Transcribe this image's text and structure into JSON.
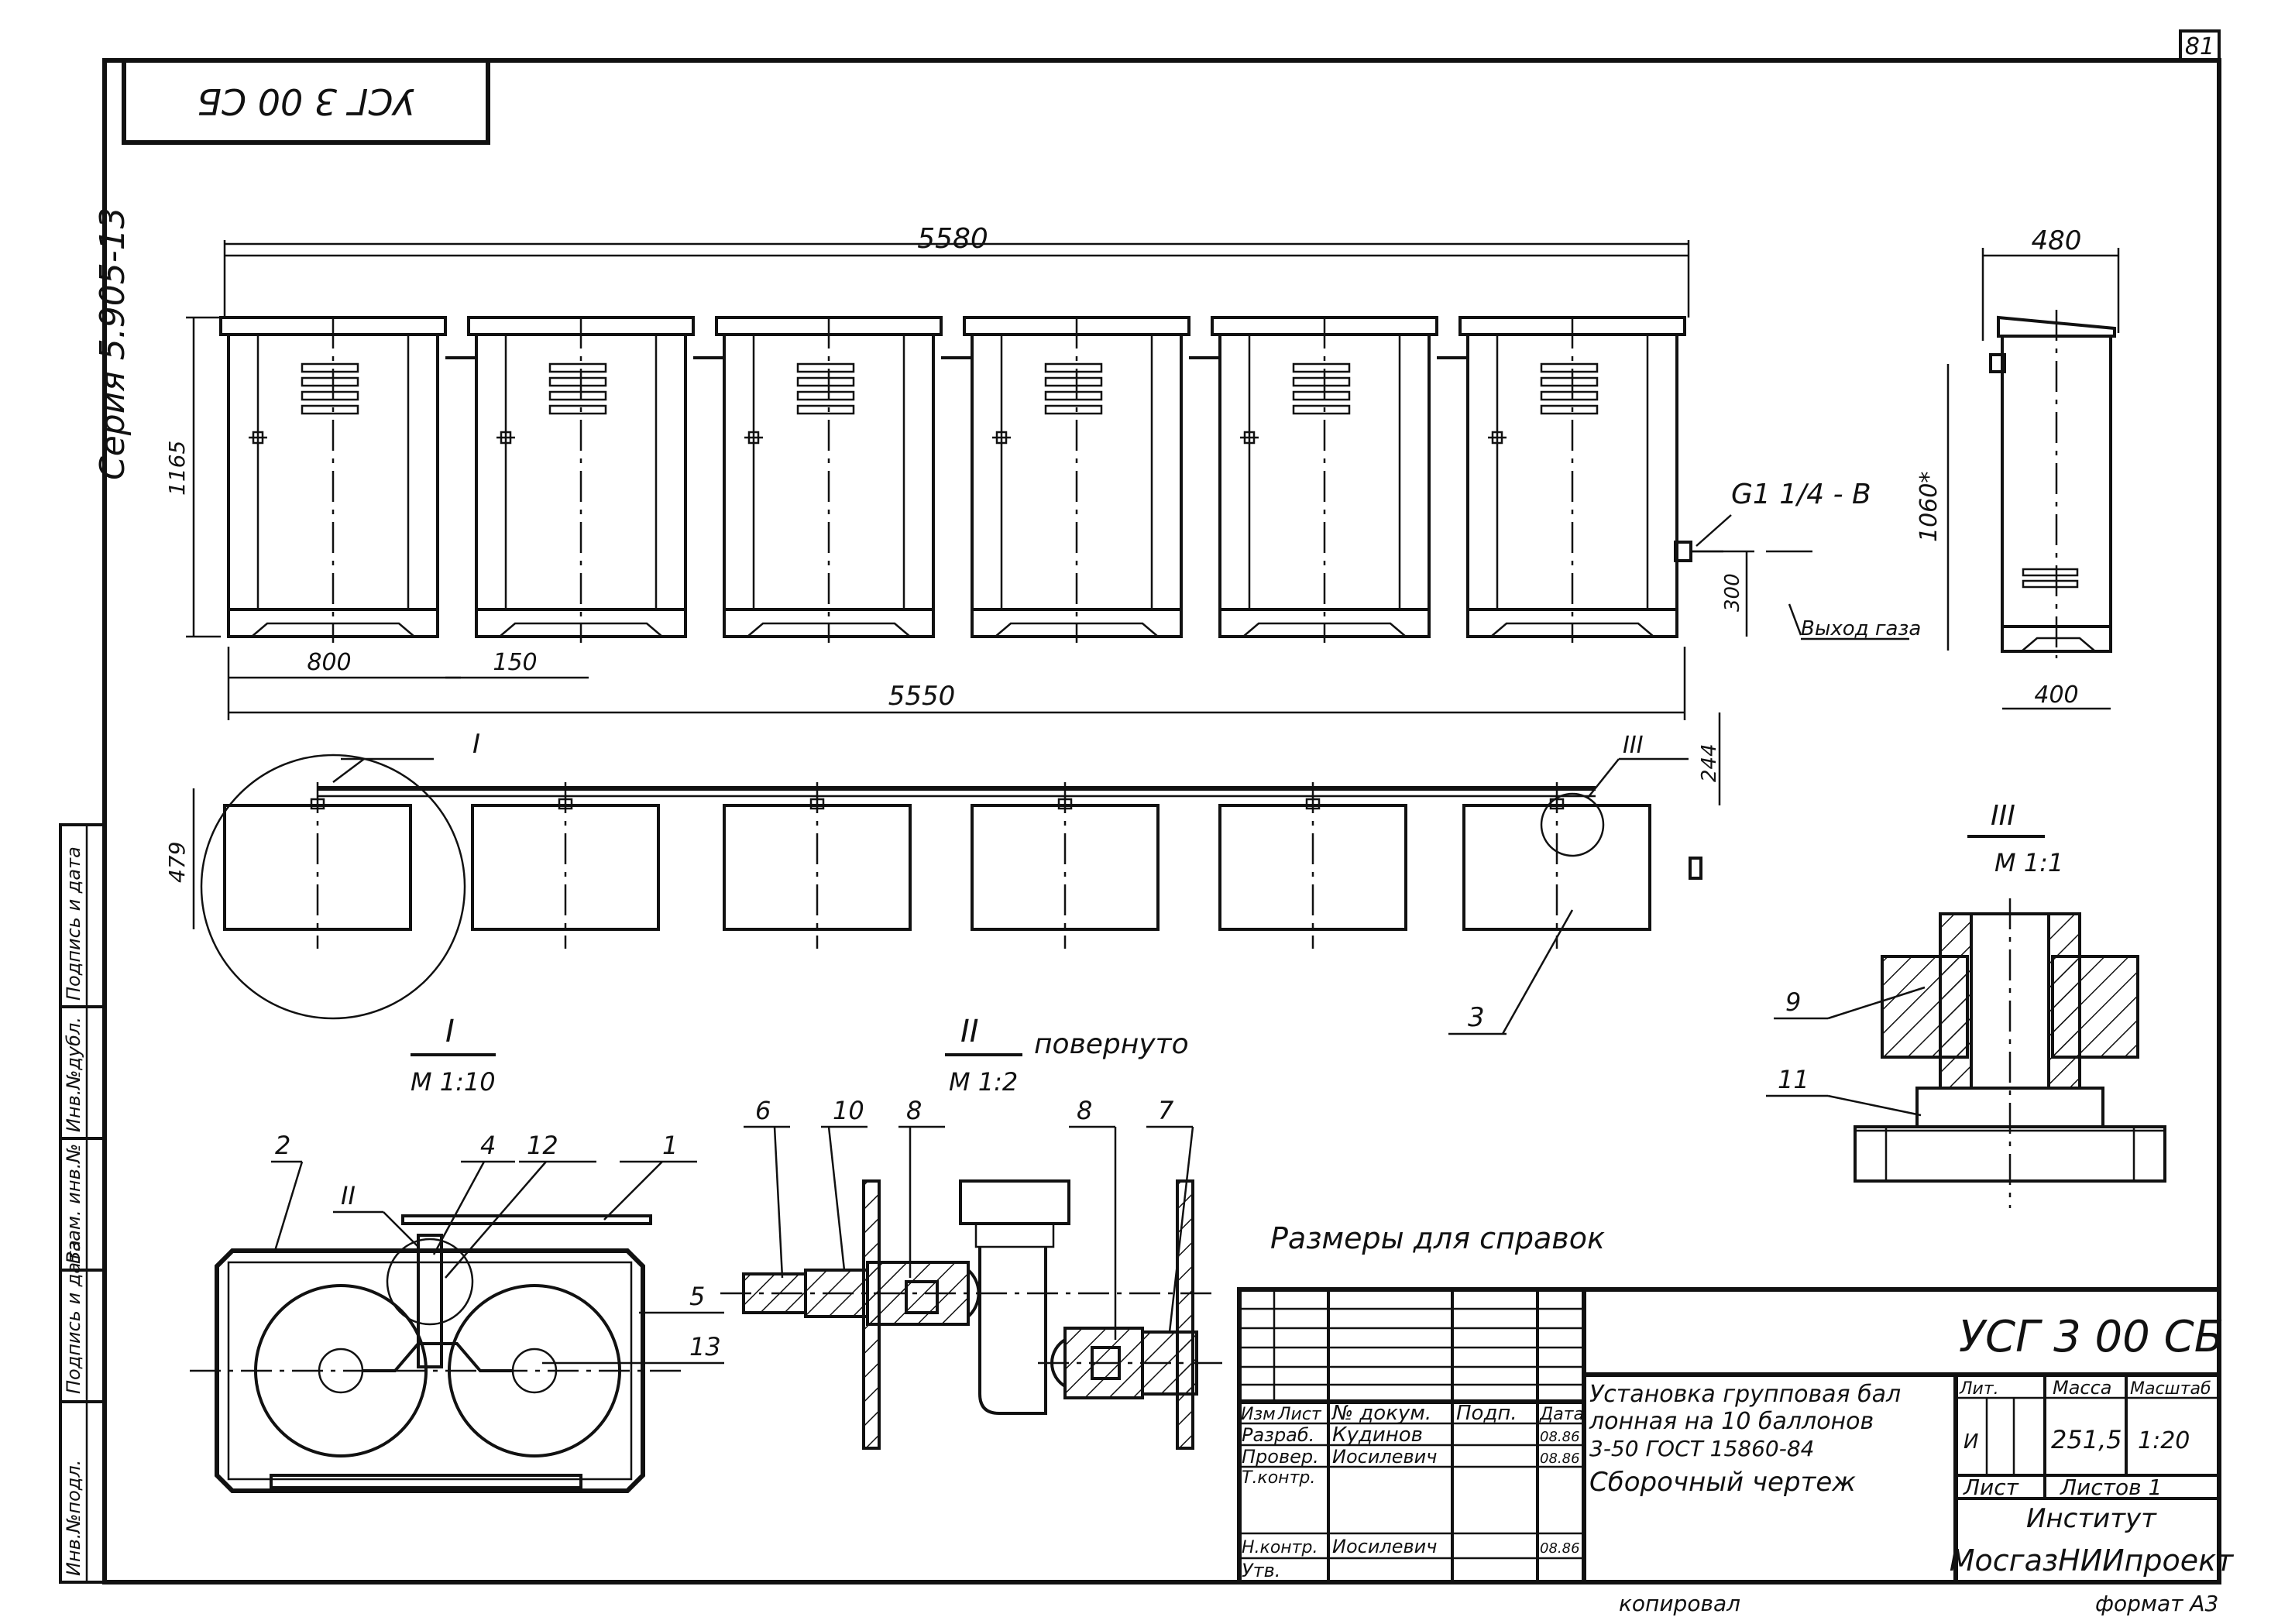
{
  "sheet": {
    "number": "81",
    "code_rotated": "УСГ 3 00 СБ",
    "series": "Серия 5.905-13",
    "copied_by_label": "копировал",
    "format": "формат А3"
  },
  "side_stamp": [
    "Инв.№подл.",
    "Подпись и дата",
    "Взам. инв.№",
    "Инв.№дубл.",
    "Подпись и дата"
  ],
  "dimensions": {
    "overall_length": "5580",
    "base_length": "5550",
    "height": "1165",
    "cabinet_width": "800",
    "gap": "150",
    "outlet_height": "300",
    "plan_depth": "479",
    "pipe_offset": "244",
    "side_depth": "480",
    "side_height": "1060*",
    "side_base": "400",
    "thread": "G1 1/4 - B",
    "gas_outlet": "Выход газа"
  },
  "views": {
    "detail_1": {
      "id": "I",
      "scale": "М 1:10"
    },
    "detail_2": {
      "id": "II",
      "scale": "М 1:2",
      "note": "повернуто"
    },
    "detail_3": {
      "id": "III",
      "scale": "М 1:1"
    },
    "plan_callout_1": "I",
    "plan_callout_3": "III",
    "detail_callout_2": "II"
  },
  "parts": {
    "p1": "1",
    "p2": "2",
    "p3": "3",
    "p4": "4",
    "p5": "5",
    "p6": "6",
    "p7": "7",
    "p8a": "8",
    "p8b": "8",
    "p9": "9",
    "p10": "10",
    "p11": "11",
    "p12": "12",
    "p13": "13"
  },
  "notes": {
    "reference": "Размеры для справок"
  },
  "title_block": {
    "doc_code": "УСГ 3 00 СБ",
    "title_line1": "Установка групповая бал",
    "title_line2": "лонная на 10 баллонов",
    "title_line3": "3-50   ГОСТ 15860-84",
    "title_line4": "Сборочный чертеж",
    "col_izm": "Изм",
    "col_list": "Лист",
    "col_doc": "№ докум.",
    "col_sign": "Подп.",
    "col_date": "Дата",
    "role_1": "Разраб.",
    "role_2": "Провер.",
    "role_3": "Т.контр.",
    "role_4": "Н.контр.",
    "role_5": "Утв.",
    "name_1": "Кудинов",
    "name_2": "Иосилевич",
    "name_4": "Иосилевич",
    "date_1": "08.86",
    "date_2": "08.86",
    "date_4": "08.86",
    "lit_label": "Лит.",
    "mass_label": "Масса",
    "scale_label": "Масштаб",
    "lit_value": "И",
    "mass_value": "251,5",
    "scale_value": "1:20",
    "sheet_label": "Лист",
    "sheets_label": "Листов 1",
    "org_line1": "Институт",
    "org_line2": "МосгазНИИпроект"
  }
}
